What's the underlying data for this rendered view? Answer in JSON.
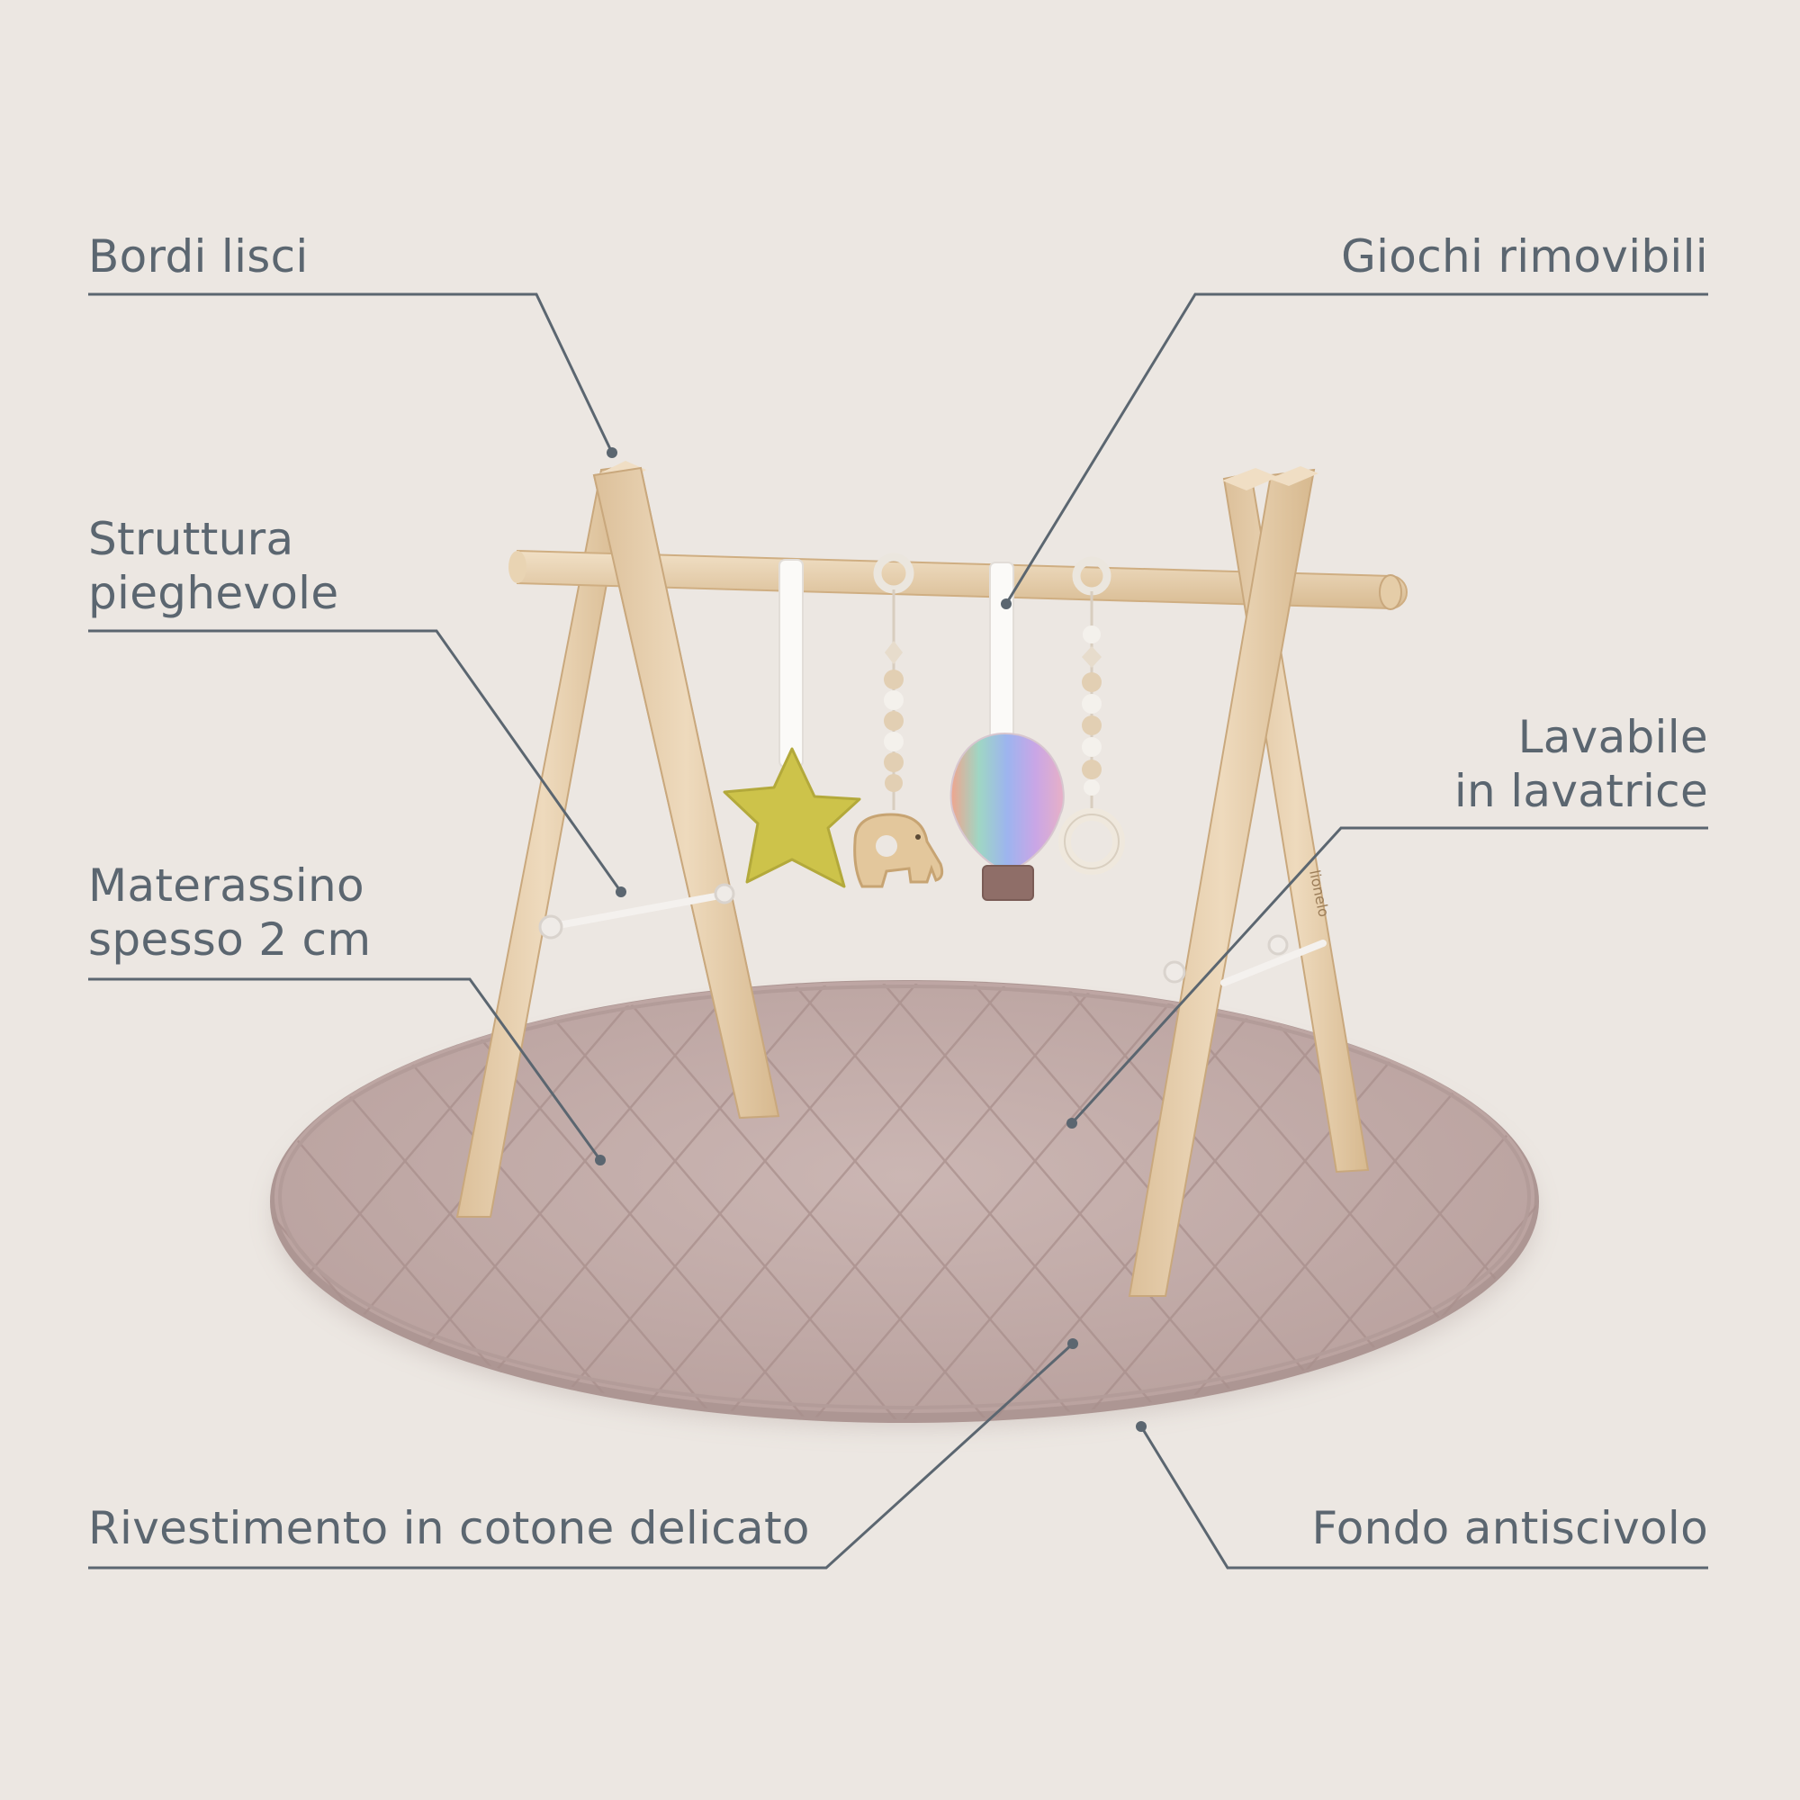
{
  "callouts": {
    "bordi_lisci": "Bordi lisci",
    "giochi_rimovibili": "Giochi rimovibili",
    "struttura_line1": "Struttura",
    "struttura_line2": "pieghevole",
    "lavabile_line1": "Lavabile",
    "lavabile_line2": "in lavatrice",
    "materassino_line1": "Materassino",
    "materassino_line2": "spesso 2 cm",
    "rivestimento": "Rivestimento in cotone delicato",
    "fondo": "Fondo antiscivolo"
  },
  "product": {
    "brand_mark": "lionelo"
  },
  "colors": {
    "background": "#ece7e2",
    "label_text": "#5b6670",
    "leader_line": "#5b6670",
    "wood": "#e8d2b2",
    "mat": "#c4aeab",
    "star": "#cdc34a"
  }
}
